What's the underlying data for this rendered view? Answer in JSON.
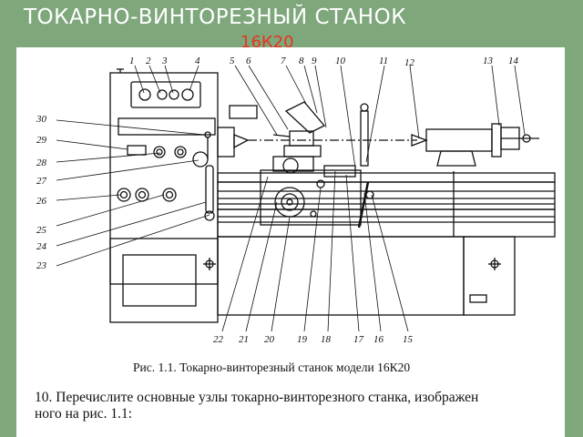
{
  "slide": {
    "title_line1": "ТОКАРНО-ВИНТОРЕЗНЫЙ   СТАНОК",
    "title_line2": "16К20",
    "title_color": "#ffffff",
    "title_accent_color": "#e8341c",
    "background_color": "#7fa77c"
  },
  "figure": {
    "caption": "Рис. 1.1. Токарно-винторезный станок модели 16К20",
    "callouts_top": [
      "1",
      "2",
      "3",
      "4",
      "5",
      "6",
      "7",
      "8",
      "9",
      "10",
      "11",
      "12",
      "13",
      "14"
    ],
    "callouts_left": [
      "30",
      "29",
      "28",
      "27",
      "26",
      "25",
      "24",
      "23"
    ],
    "callouts_bottom": [
      "22",
      "21",
      "20",
      "19",
      "18",
      "17",
      "16",
      "15"
    ]
  },
  "question": {
    "line1": "10. Перечислите основные узлы токарно-винторезного станка, изображен",
    "line2": "ного на рис. 1.1:"
  }
}
